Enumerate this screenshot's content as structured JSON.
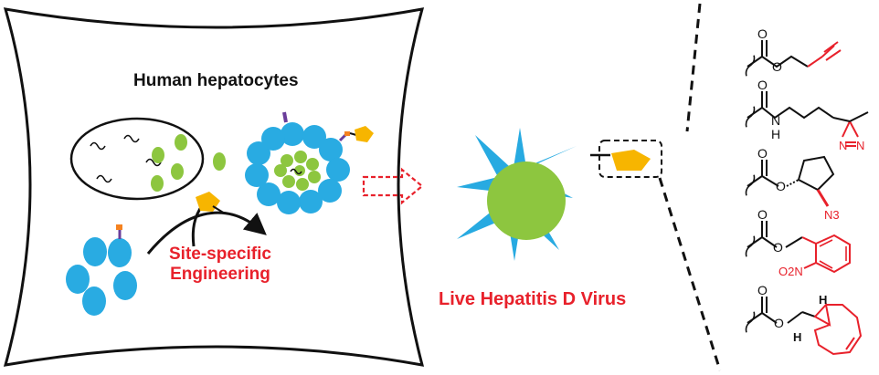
{
  "colors": {
    "accent_red": "#e8212b",
    "sphere_green": "#8dc63f",
    "particle_blue": "#29abe2",
    "spike_blue": "#27aae1",
    "ligand_orange": "#f7b500",
    "linker_purple": "#6a3d9a",
    "outline": "#111111"
  },
  "cell": {
    "title": "Human hepatocytes"
  },
  "process": {
    "engineering_line1": "Site-specific",
    "engineering_line2": "Engineering"
  },
  "virus": {
    "label": "Live Hepatitis D Virus"
  },
  "structures": {
    "items": [
      {
        "id": "alkyne-ester"
      },
      {
        "id": "diazirine-amide"
      },
      {
        "id": "azide-cyclopentyl-ester"
      },
      {
        "id": "nitrobenzyl-ester"
      },
      {
        "id": "bicyclononyne-ester"
      }
    ],
    "atom_O": "O",
    "atom_N": "N",
    "atom_H": "H",
    "azide_label": "N3",
    "nitro_label": "O2N"
  }
}
